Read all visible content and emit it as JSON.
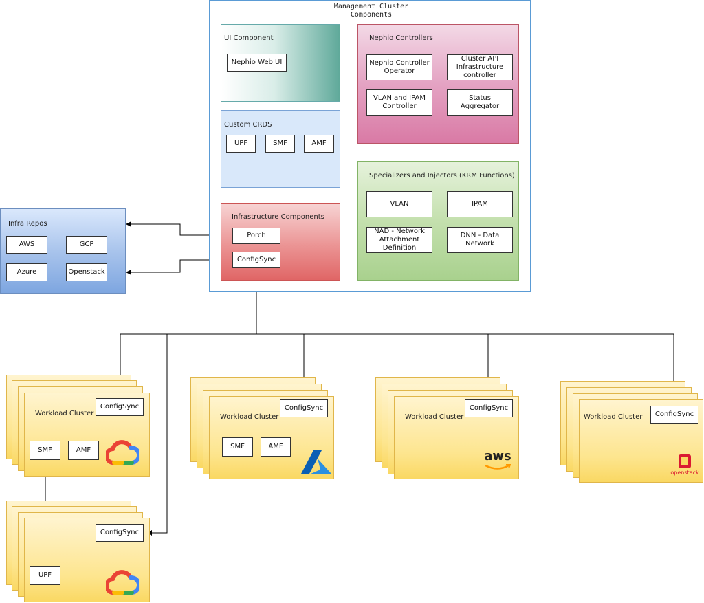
{
  "management": {
    "title_line1": "Management Cluster",
    "title_line2": "Components",
    "ui_component": {
      "title": "UI Component",
      "web_ui": "Nephio Web UI"
    },
    "custom_crds": {
      "title": "Custom CRDS",
      "upf": "UPF",
      "smf": "SMF",
      "amf": "AMF"
    },
    "infrastructure": {
      "title": "Infrastructure Components",
      "porch": "Porch",
      "configsync": "ConfigSync"
    },
    "controllers": {
      "title": "Nephio Controllers",
      "operator": "Nephio Controller Operator",
      "capi": "Cluster API Infrastructure controller",
      "vlan_ipam": "VLAN and IPAM Controller",
      "status": "Status Aggregator"
    },
    "specializers": {
      "title": "Specializers and Injectors (KRM Functions)",
      "vlan": "VLAN",
      "ipam": "IPAM",
      "nad": "NAD - Network Attachment Definition",
      "dnn": "DNN - Data Network"
    }
  },
  "infra_repos": {
    "title": "Infra Repos",
    "aws": "AWS",
    "gcp": "GCP",
    "azure": "Azure",
    "openstack": "Openstack"
  },
  "workloads": {
    "gcp1": {
      "title": "Workload Cluster",
      "configsync": "ConfigSync",
      "smf": "SMF",
      "amf": "AMF"
    },
    "gcp2": {
      "configsync": "ConfigSync",
      "upf": "UPF"
    },
    "azure": {
      "title": "Workload Cluster",
      "configsync": "ConfigSync",
      "smf": "SMF",
      "amf": "AMF"
    },
    "aws": {
      "title": "Workload Cluster",
      "configsync": "ConfigSync",
      "logo_text": "aws"
    },
    "openstack": {
      "title": "Workload Cluster",
      "configsync": "ConfigSync",
      "logo_text": "openstack"
    }
  },
  "icons": [
    "google-cloud-icon",
    "azure-icon",
    "aws-icon",
    "openstack-icon"
  ],
  "colors": {
    "management_border": "#5a9bd5",
    "ui_gradient_end": "#5fa99a",
    "crds_fill": "#d9e8fa",
    "infra_fill": "#e06666",
    "controllers_fill": "#d97aa5",
    "specializers_fill": "#a9d18e",
    "repos_fill": "#8fb0e4",
    "workload_fill": "#fad863"
  }
}
